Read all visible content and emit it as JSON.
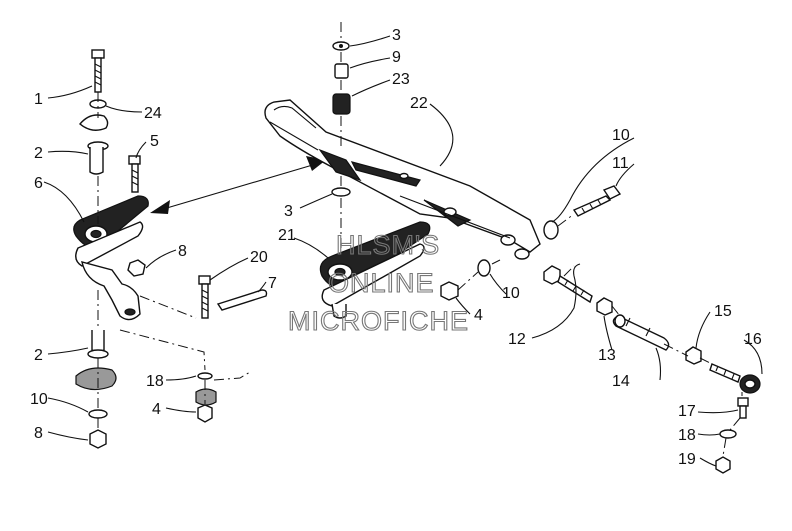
{
  "watermark": {
    "line1": "HLSM'S",
    "line2": "ONLINE",
    "line3": "MICROFICHE"
  },
  "callouts": {
    "c1": "1",
    "c2a": "2",
    "c2b": "2",
    "c3a": "3",
    "c3b": "3",
    "c4a": "4",
    "c4b": "4",
    "c5": "5",
    "c6": "6",
    "c7": "7",
    "c8a": "8",
    "c8b": "8",
    "c9": "9",
    "c10a": "10",
    "c10b": "10",
    "c10c": "10",
    "c11": "11",
    "c12": "12",
    "c13": "13",
    "c14": "14",
    "c15": "15",
    "c16": "16",
    "c17": "17",
    "c18a": "18",
    "c18b": "18",
    "c19": "19",
    "c20": "20",
    "c21": "21",
    "c22": "22",
    "c23": "23",
    "c24": "24"
  }
}
